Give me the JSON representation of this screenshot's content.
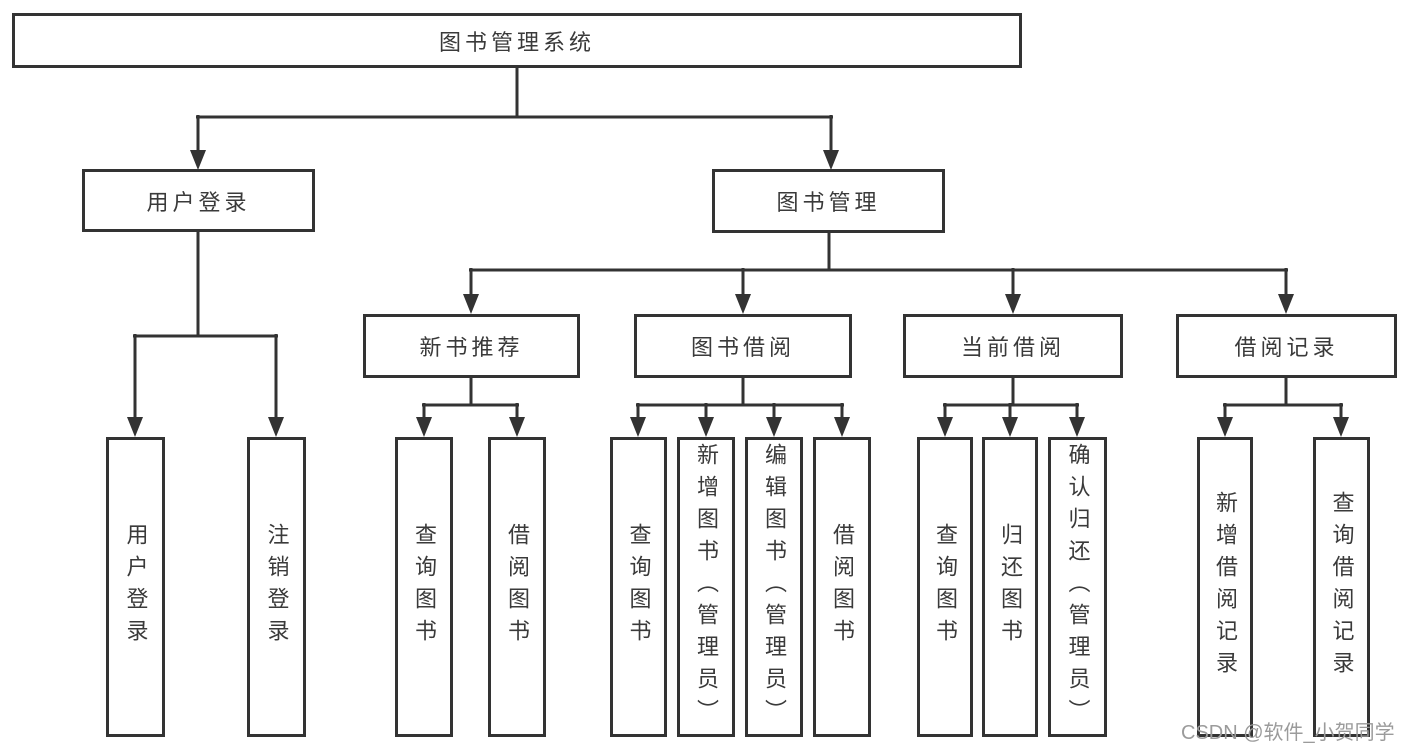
{
  "diagram": {
    "root": {
      "label": "图书管理系统"
    },
    "level1": {
      "user_login": {
        "label": "用户登录"
      },
      "book_mgmt": {
        "label": "图书管理"
      }
    },
    "level2": {
      "new_books": {
        "label": "新书推荐"
      },
      "borrowing": {
        "label": "图书借阅"
      },
      "current": {
        "label": "当前借阅"
      },
      "records": {
        "label": "借阅记录"
      }
    },
    "leaves": {
      "user_login": {
        "label": "用户登录"
      },
      "logout": {
        "label": "注销登录"
      },
      "nb_query": {
        "label": "查询图书"
      },
      "nb_borrow": {
        "label": "借阅图书"
      },
      "bb_query": {
        "label": "查询图书"
      },
      "bb_add": {
        "label": "新增图书（管理员）"
      },
      "bb_edit": {
        "label": "编辑图书（管理员）"
      },
      "bb_borrow": {
        "label": "借阅图书"
      },
      "cb_query": {
        "label": "查询图书"
      },
      "cb_return": {
        "label": "归还图书"
      },
      "cb_confirm": {
        "label": "确认归还（管理员）"
      },
      "br_add": {
        "label": "新增借阅记录"
      },
      "br_query": {
        "label": "查询借阅记录"
      }
    }
  },
  "watermark": {
    "text": "CSDN @软件_小贺同学"
  },
  "colors": {
    "line": "#333333",
    "text": "#3a3a3a",
    "watermark": "#9b9b9b",
    "background": "#ffffff"
  }
}
